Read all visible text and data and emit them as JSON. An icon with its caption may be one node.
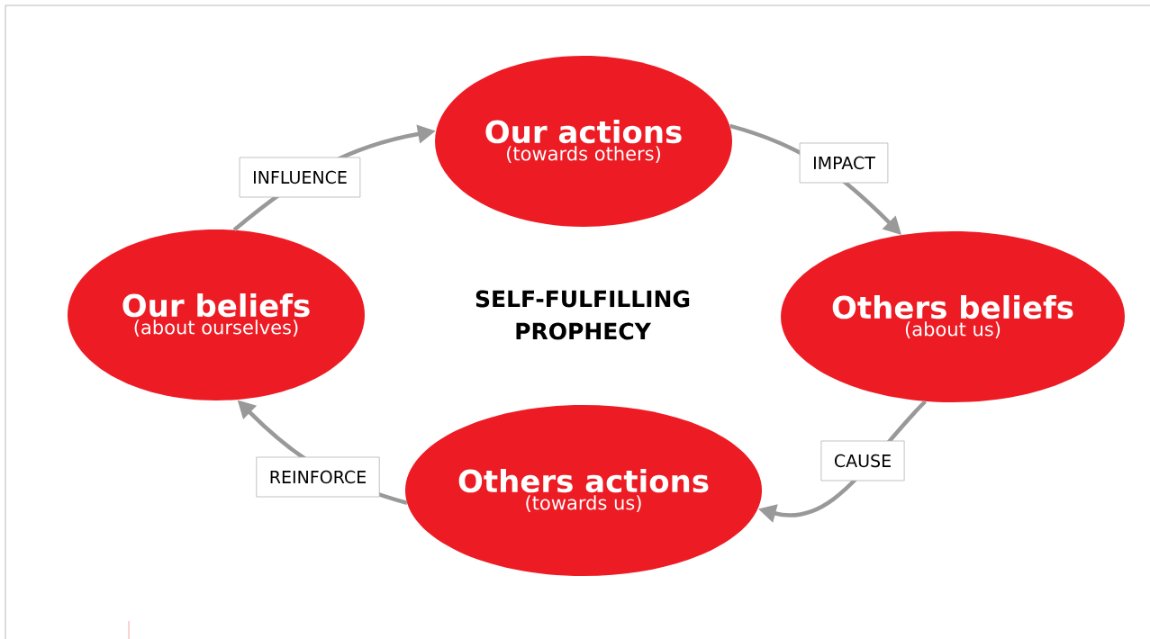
{
  "diagram": {
    "title": "SELF-FULFILLING PROPHECY",
    "nodes": [
      {
        "text": [
          "Our actions",
          "(towards others)"
        ]
      },
      {
        "text": [
          "Others beliefs",
          "(about us)"
        ]
      },
      {
        "text": [
          "Others actions",
          "(towards us)"
        ]
      },
      {
        "text": [
          "Our beliefs",
          "(about ourselves)"
        ]
      }
    ],
    "edges": [
      {
        "from": 3,
        "to": 0,
        "arrow": "to",
        "label": "INFLUENCE"
      },
      {
        "from": 0,
        "to": 1,
        "arrow": "to",
        "label": "IMPACT"
      },
      {
        "from": 1,
        "to": 2,
        "arrow": "to",
        "label": "CAUSE"
      },
      {
        "from": 2,
        "to": 3,
        "arrow": "to",
        "label": "REINFORCE"
      }
    ]
  }
}
